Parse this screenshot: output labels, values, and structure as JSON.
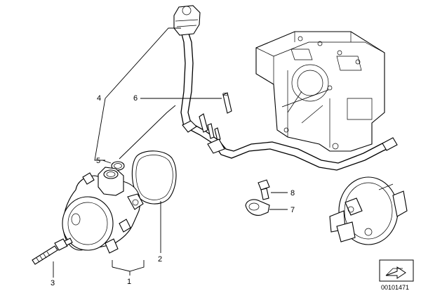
{
  "callouts": {
    "c1": "1",
    "c2": "2",
    "c3": "3",
    "c4": "4",
    "c5": "5",
    "c6": "6",
    "c7": "7",
    "c8": "8"
  },
  "diagram_number": "00101471",
  "icons": {
    "nav": "arrow-right-icon"
  }
}
